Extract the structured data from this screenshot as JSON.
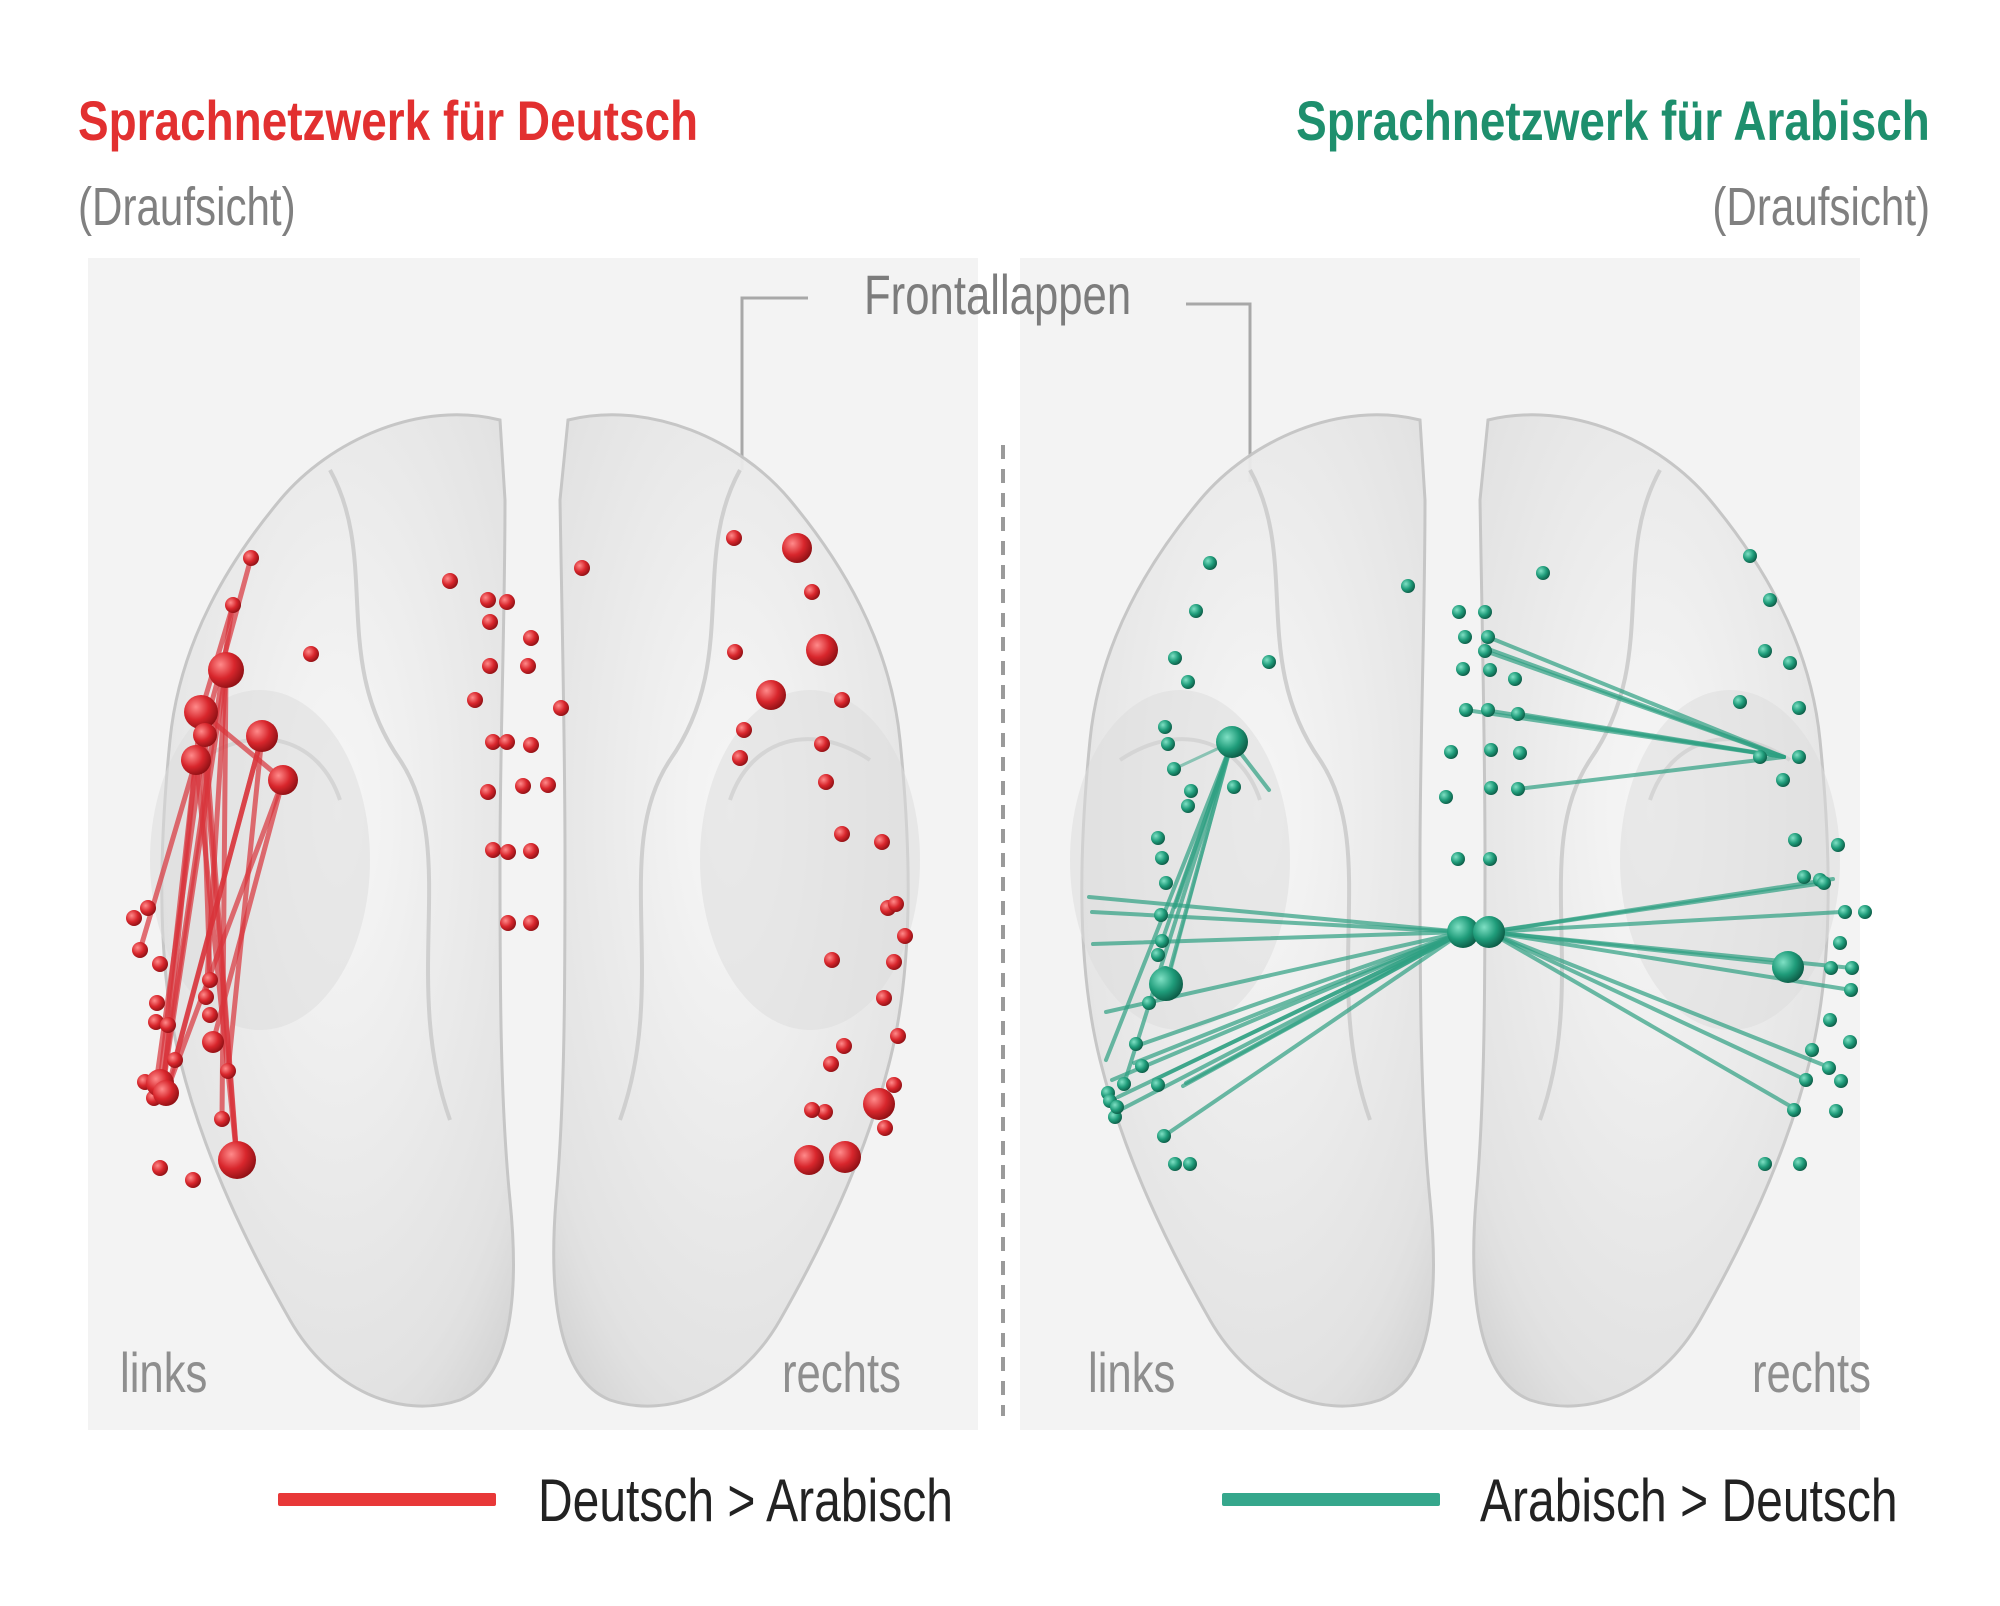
{
  "left_panel": {
    "title": "Sprachnetzwerk für Deutsch",
    "subtitle": "(Draufsicht)",
    "label_left": "links",
    "label_right": "rechts",
    "color": "#e23030"
  },
  "right_panel": {
    "title": "Sprachnetzwerk für Arabisch",
    "subtitle": "(Draufsicht)",
    "label_left": "links",
    "label_right": "rechts",
    "color": "#1e8f6d"
  },
  "frontal_label": "Frontallappen",
  "legend": {
    "left": {
      "text": "Deutsch > Arabisch",
      "color": "#e83838"
    },
    "right": {
      "text": "Arabisch > Deutsch",
      "color": "#35a78c"
    }
  }
}
